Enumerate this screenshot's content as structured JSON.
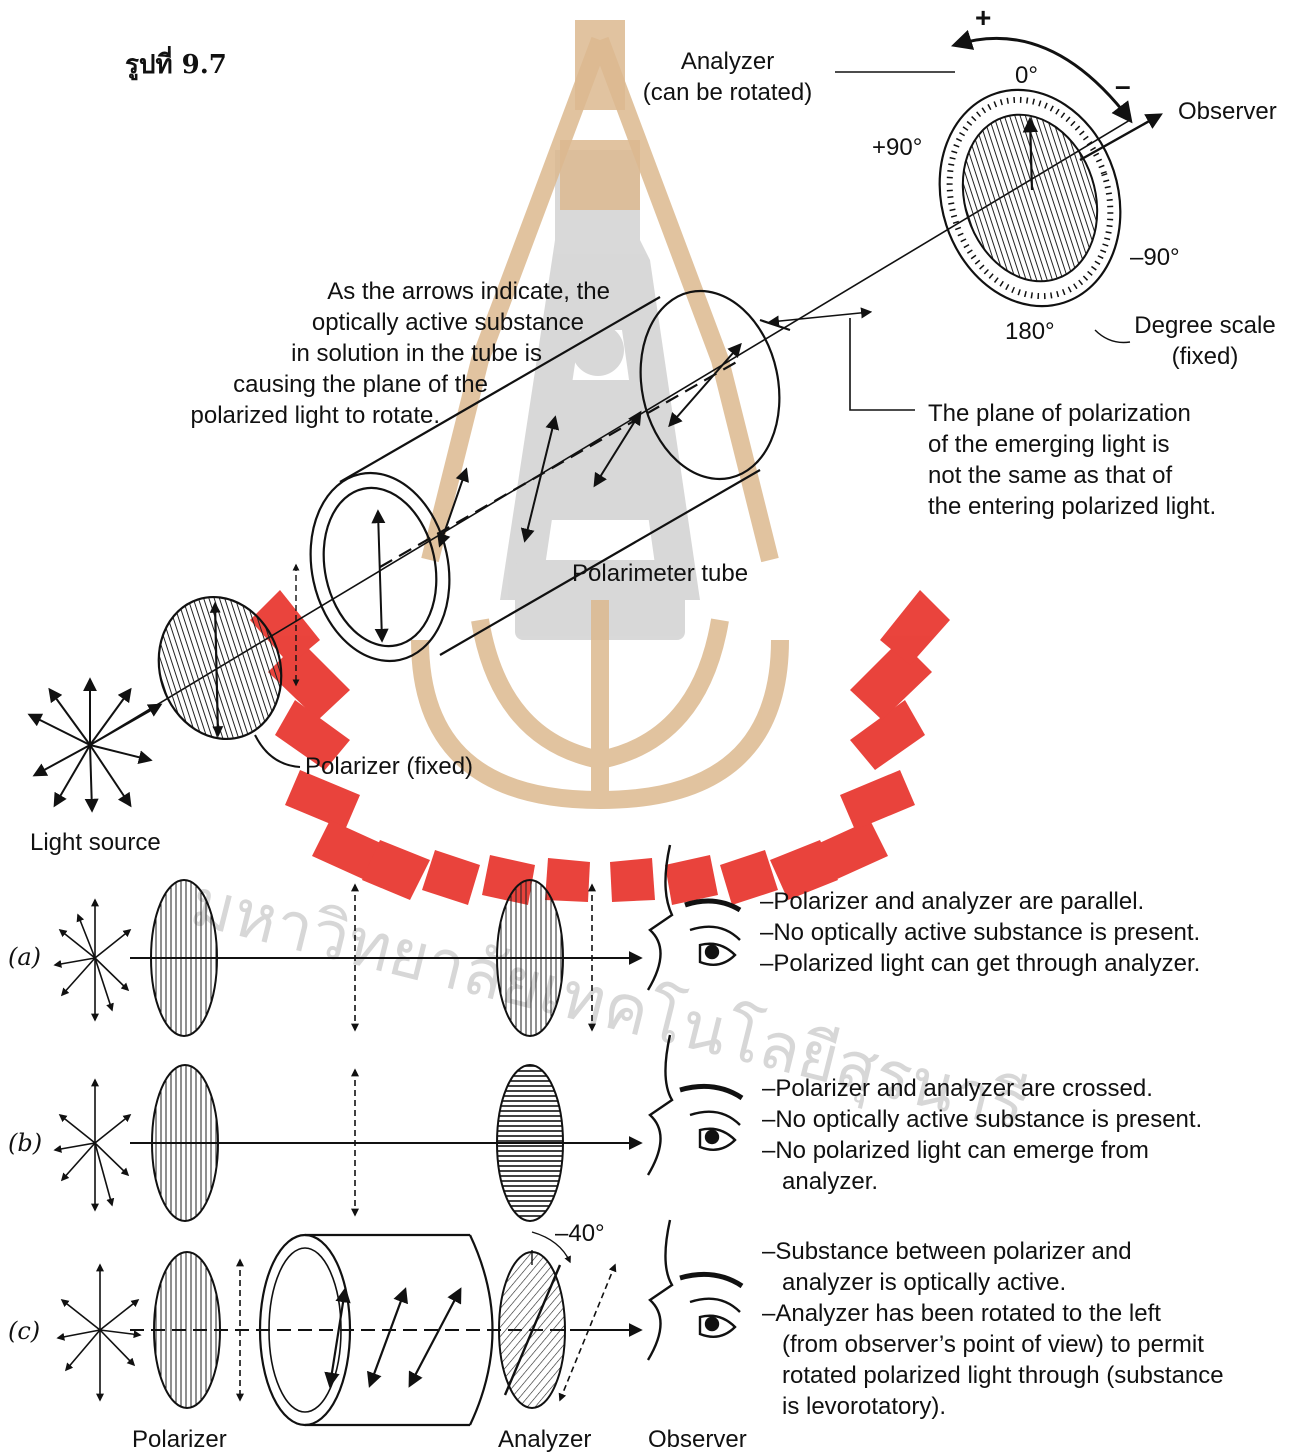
{
  "figure": {
    "title": "รูปที่ 9.7",
    "watermark_text": "มหาวิทยาลัยเทคโนโลยีสุรนารี"
  },
  "top_diagram": {
    "analyzer_label_line1": "Analyzer",
    "analyzer_label_line2": "(can be rotated)",
    "observer_label": "Observer",
    "plus_sign": "+",
    "minus_sign": "–",
    "scale_0": "0°",
    "scale_plus90": "+90°",
    "scale_minus90": "–90°",
    "scale_180": "180°",
    "degree_scale_line1": "Degree scale",
    "degree_scale_line2": "(fixed)",
    "note_left": [
      "As the arrows indicate, the",
      "optically active substance",
      "in solution in the tube is",
      "causing the plane of the",
      "polarized light to rotate."
    ],
    "note_right": [
      "The plane of polarization",
      "of the emerging light is",
      "not the same as that of",
      "the entering polarized light."
    ],
    "polarimeter_tube_label": "Polarimeter tube",
    "polarizer_label": "Polarizer (fixed)",
    "light_source_label": "Light source"
  },
  "rows": [
    {
      "tag": "(a)",
      "lines": [
        "–Polarizer and analyzer are parallel.",
        "–No optically active substance is present.",
        "–Polarized light can get through analyzer."
      ]
    },
    {
      "tag": "(b)",
      "lines": [
        "–Polarizer and analyzer are crossed.",
        "–No optically active substance is present.",
        "–No polarized light can emerge from",
        "analyzer."
      ]
    },
    {
      "tag": "(c)",
      "lines": [
        "–Substance between polarizer and",
        "analyzer is optically active.",
        "–Analyzer has been rotated to the left",
        "(from observer’s point of view) to permit",
        "rotated polarized light through (substance",
        "is levorotatory)."
      ],
      "angle_label": "–40°"
    }
  ],
  "bottom_labels": {
    "polarizer": "Polarizer",
    "analyzer": "Analyzer",
    "observer": "Observer"
  },
  "colors": {
    "watermark_red": "#e8342c",
    "watermark_gold": "#d9b48a",
    "watermark_gray": "#bdbdbd",
    "ink": "#111111"
  }
}
